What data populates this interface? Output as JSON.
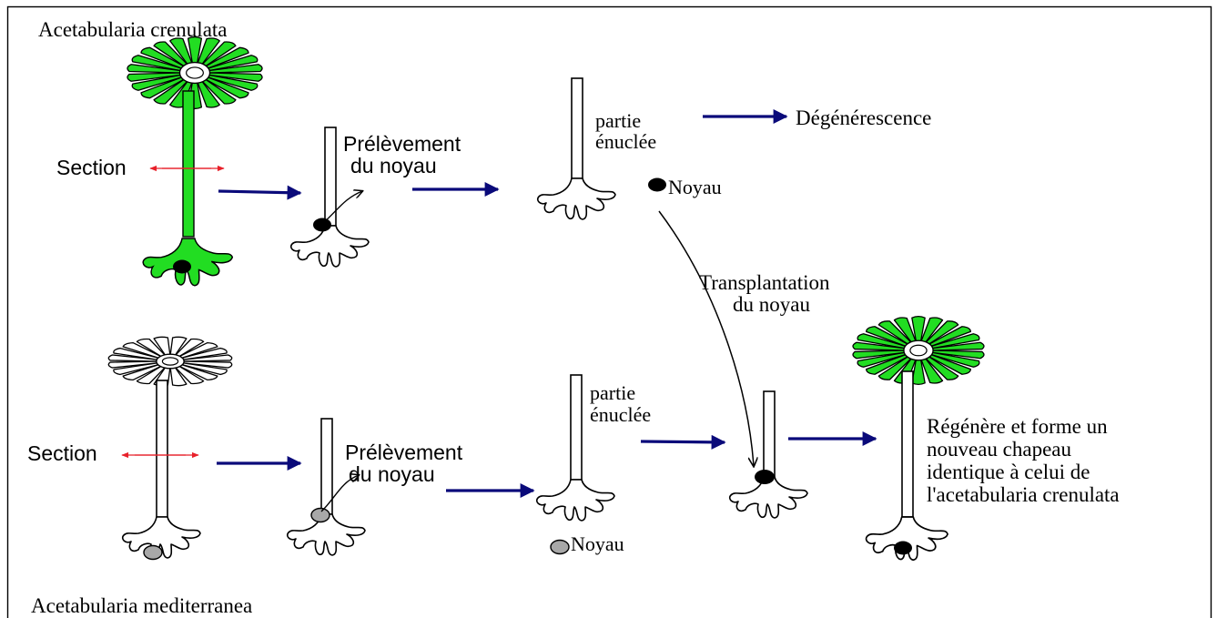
{
  "colors": {
    "green": "#22dd22",
    "navy": "#0a0a7a",
    "red": "#e8202a",
    "gray": "#a8a8a8",
    "black": "#000000"
  },
  "labels": {
    "top_species": "Acetabularia  crenulata",
    "bottom_species": "Acetabularia mediterranea",
    "section_top": "Section",
    "section_bottom": "Section",
    "prelevement_top_1": "Prélèvement",
    "prelevement_top_2": "du noyau",
    "prelevement_bottom_1": "Prélèvement",
    "prelevement_bottom_2": "du noyau",
    "partie_top_1": "partie",
    "partie_top_2": "énuclée",
    "partie_bottom_1": "partie",
    "partie_bottom_2": "énuclée",
    "degenerescence": "Dégénérescence",
    "noyau_top": "Noyau",
    "noyau_bottom": "Noyau",
    "transplantation_1": "Transplantation",
    "transplantation_2": "du noyau",
    "result_1": "Régénère et forme un",
    "result_2": "nouveau chapeau",
    "result_3": "identique à celui de",
    "result_4": "l'acetabularia crenulata"
  }
}
